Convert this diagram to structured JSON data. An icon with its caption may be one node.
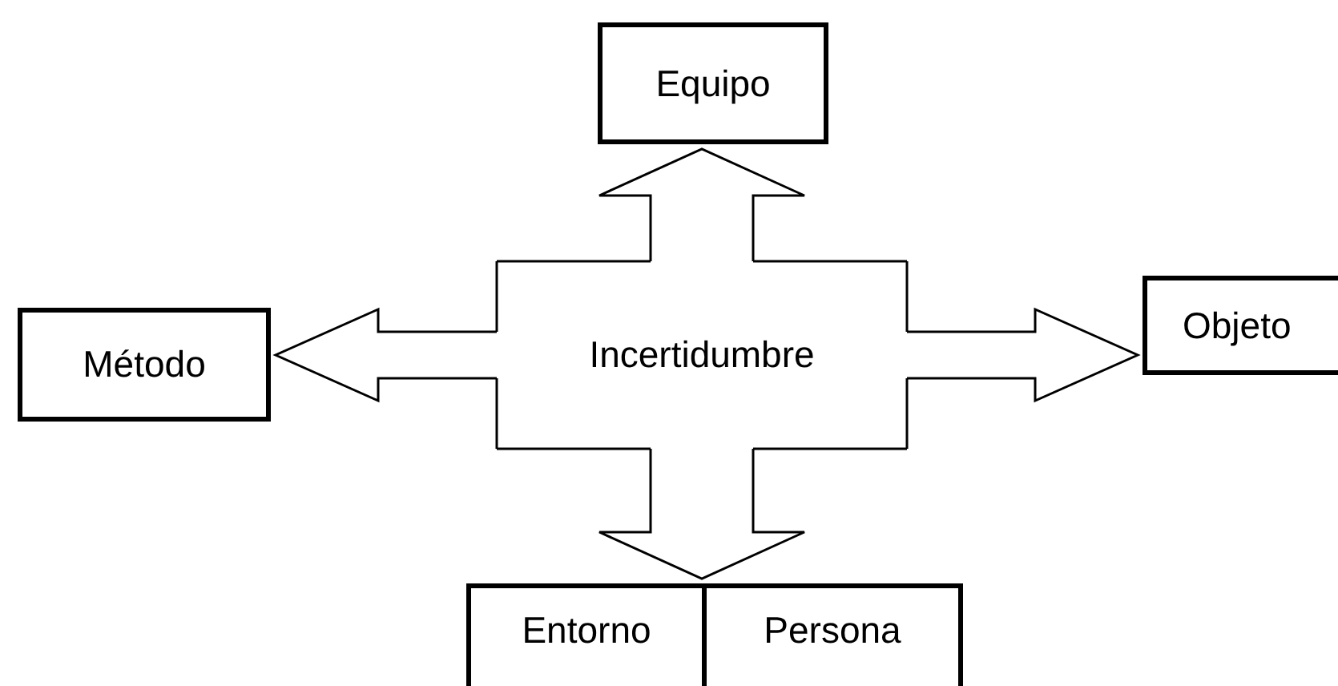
{
  "diagram": {
    "nodes": [
      {
        "text": [
          "Incertidumbre"
        ]
      },
      {
        "text": [
          "Equipo"
        ]
      },
      {
        "text": [
          "Método"
        ]
      },
      {
        "text": [
          "Objeto"
        ]
      },
      {
        "text": [
          "Entorno"
        ]
      },
      {
        "text": [
          "Persona"
        ]
      }
    ],
    "edges": [
      {
        "from": 0,
        "to": 1,
        "arrow": "to"
      },
      {
        "from": 0,
        "to": 2,
        "arrow": "to"
      },
      {
        "from": 0,
        "to": 3,
        "arrow": "to"
      },
      {
        "from": 0,
        "to": 4,
        "arrow": "to"
      },
      {
        "from": 0,
        "to": 5,
        "arrow": "to"
      }
    ]
  }
}
